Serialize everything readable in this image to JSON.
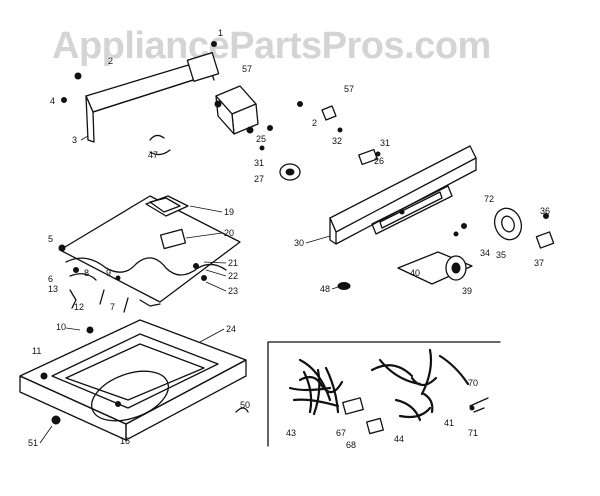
{
  "watermark": "AppliancePartsPros.com",
  "part_labels": {
    "p1": "1",
    "p2": "2",
    "p3": "3",
    "p4": "4",
    "p5": "5",
    "p6": "6",
    "p7": "7",
    "p8": "8",
    "p9": "9",
    "p10": "10",
    "p11": "11",
    "p12": "12",
    "p13": "13",
    "p16": "16",
    "p19": "19",
    "p20": "20",
    "p21": "21",
    "p22": "22",
    "p23": "23",
    "p24": "24",
    "p25": "25",
    "p26": "26",
    "p27": "27",
    "p30": "30",
    "p31": "31",
    "p32": "32",
    "p34": "34",
    "p35": "35",
    "p36": "36",
    "p37": "37",
    "p39": "39",
    "p40": "40",
    "p41": "41",
    "p43": "43",
    "p44": "44",
    "p47": "47",
    "p48": "48",
    "p50": "50",
    "p51": "51",
    "p57": "57",
    "p67": "67",
    "p68": "68",
    "p70": "70",
    "p71": "71",
    "p72": "72"
  }
}
